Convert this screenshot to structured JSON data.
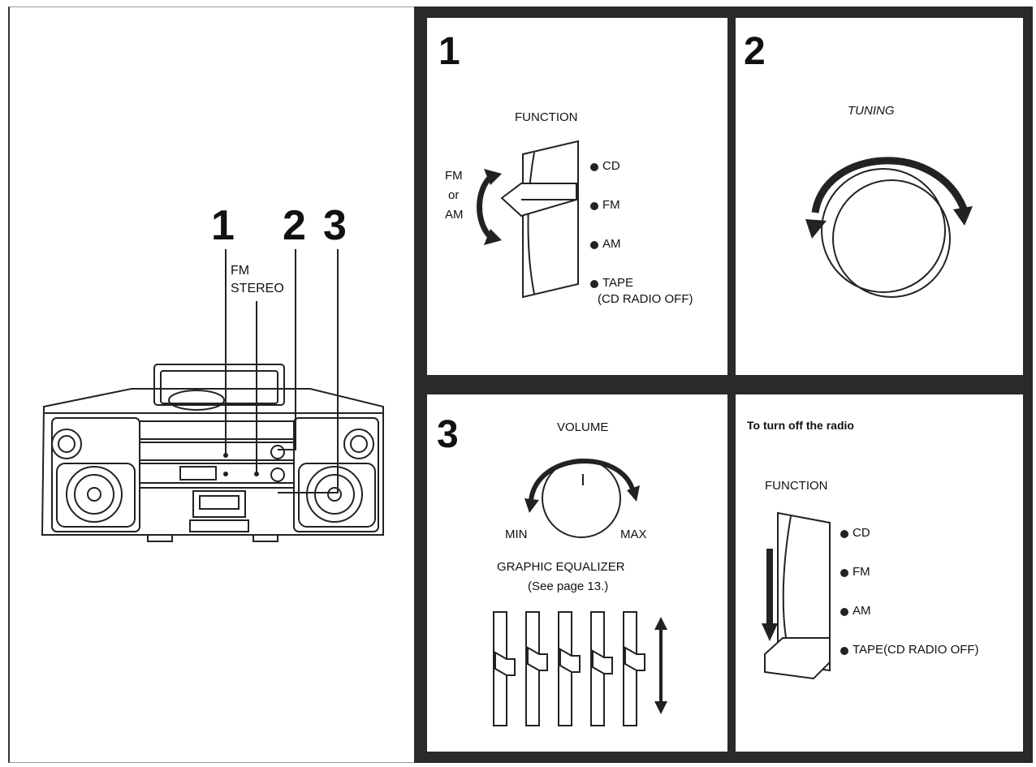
{
  "overview": {
    "callouts": [
      "1",
      "2",
      "3"
    ],
    "fm_line1": "FM",
    "fm_line2": "STEREO"
  },
  "step1": {
    "number": "1",
    "function_label": "FUNCTION",
    "arrow_line1": "FM",
    "arrow_line2": "or",
    "arrow_line3": "AM",
    "positions": [
      "CD",
      "FM",
      "AM",
      "TAPE"
    ],
    "tape_note": "(CD RADIO OFF)"
  },
  "step2": {
    "number": "2",
    "tuning_label": "TUNING"
  },
  "step3": {
    "number": "3",
    "volume_label": "VOLUME",
    "min_label": "MIN",
    "max_label": "MAX",
    "eq_label": "GRAPHIC EQUALIZER",
    "eq_note": "(See page 13.)"
  },
  "step4": {
    "heading": "To turn off the radio",
    "function_label": "FUNCTION",
    "positions": [
      "CD",
      "FM",
      "AM",
      "TAPE(CD RADIO OFF)"
    ]
  }
}
